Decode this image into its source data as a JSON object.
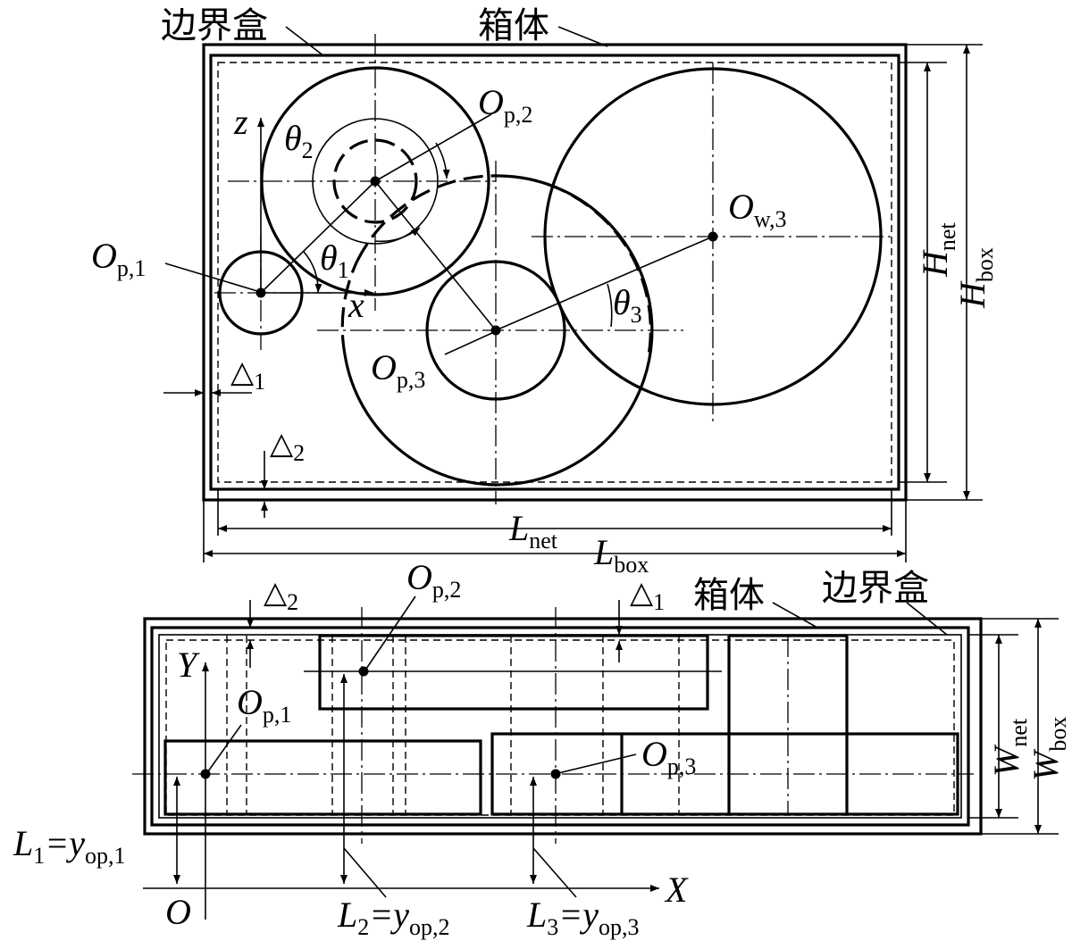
{
  "top_view": {
    "label_boundary_box": "边界盒",
    "label_housing": "箱体",
    "axis_z": "z",
    "axis_x": "x",
    "theta1": "θ",
    "theta1_sub": "1",
    "theta2": "θ",
    "theta2_sub": "2",
    "theta3": "θ",
    "theta3_sub": "3",
    "op2": "O",
    "op2_sub": "p,2",
    "op1": "O",
    "op1_sub": "p,1",
    "op3": "O",
    "op3_sub": "p,3",
    "ow3": "O",
    "ow3_sub": "w,3",
    "delta1": "△",
    "delta1_sub": "1",
    "delta2": "△",
    "delta2_sub": "2",
    "l_net": "L",
    "l_net_sub": "net",
    "l_box": "L",
    "l_box_sub": "box",
    "h_net": "H",
    "h_net_sub": "net",
    "h_box": "H",
    "h_box_sub": "box"
  },
  "bottom_view": {
    "label_housing": "箱体",
    "label_boundary_box": "边界盒",
    "delta2": "△",
    "delta2_sub": "2",
    "delta1": "△",
    "delta1_sub": "1",
    "op2": "O",
    "op2_sub": "p,2",
    "op1": "O",
    "op1_sub": "p,1",
    "op3": "O",
    "op3_sub": "p,3",
    "axis_y": "Y",
    "axis_x": "X",
    "origin": "O",
    "l1": "L",
    "l1_sub": "1",
    "l1_eq": "=y",
    "l1_eq_sub": "op,1",
    "l2": "L",
    "l2_sub": "2",
    "l2_eq": "=y",
    "l2_eq_sub": "op,2",
    "l3": "L",
    "l3_sub": "3",
    "l3_eq": "=y",
    "l3_eq_sub": "op,3",
    "w_net": "W",
    "w_net_sub": "net",
    "w_box": "W",
    "w_box_sub": "box"
  }
}
